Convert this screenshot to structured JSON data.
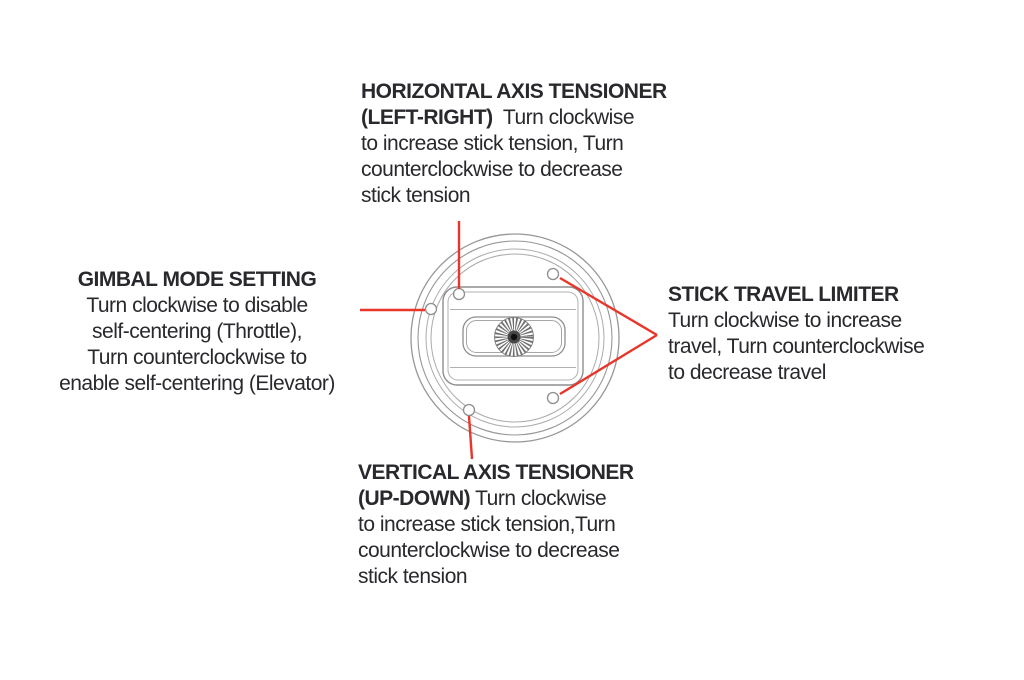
{
  "colors": {
    "background": "#ffffff",
    "text": "#29292d",
    "accent_red": "#e8362a",
    "diagram_line_dark": "#8e8e8e",
    "diagram_line_light": "#aaaaaa"
  },
  "callouts": {
    "horizontal_tensioner": {
      "lines": [
        {
          "bold": "HORIZONTAL AXIS TENSIONER",
          "text": ""
        },
        {
          "bold": "(LEFT-RIGHT)",
          "text": "  Turn clockwise"
        },
        {
          "bold": "",
          "text": "to increase stick tension, Turn"
        },
        {
          "bold": "",
          "text": "counterclockwise to decrease"
        },
        {
          "bold": "",
          "text": "stick tension"
        }
      ]
    },
    "gimbal_mode": {
      "lines": [
        {
          "bold": "GIMBAL MODE SETTING",
          "text": ""
        },
        {
          "bold": "",
          "text": "Turn clockwise to disable"
        },
        {
          "bold": "",
          "text": "self-centering (Throttle),"
        },
        {
          "bold": "",
          "text": "Turn counterclockwise to"
        },
        {
          "bold": "",
          "text": "enable self-centering (Elevator)"
        }
      ]
    },
    "stick_travel_limiter": {
      "lines": [
        {
          "bold": "STICK TRAVEL LIMITER",
          "text": ""
        },
        {
          "bold": "",
          "text": "Turn clockwise to increase"
        },
        {
          "bold": "",
          "text": "travel, Turn counterclockwise"
        },
        {
          "bold": "",
          "text": "to decrease travel"
        }
      ]
    },
    "vertical_tensioner": {
      "lines": [
        {
          "bold": "VERTICAL AXIS TENSIONER",
          "text": ""
        },
        {
          "bold": "(UP-DOWN)",
          "text": " Turn clockwise"
        },
        {
          "bold": "",
          "text": "to increase stick tension,Turn"
        },
        {
          "bold": "",
          "text": "counterclockwise to decrease"
        },
        {
          "bold": "",
          "text": "stick tension"
        }
      ]
    }
  }
}
